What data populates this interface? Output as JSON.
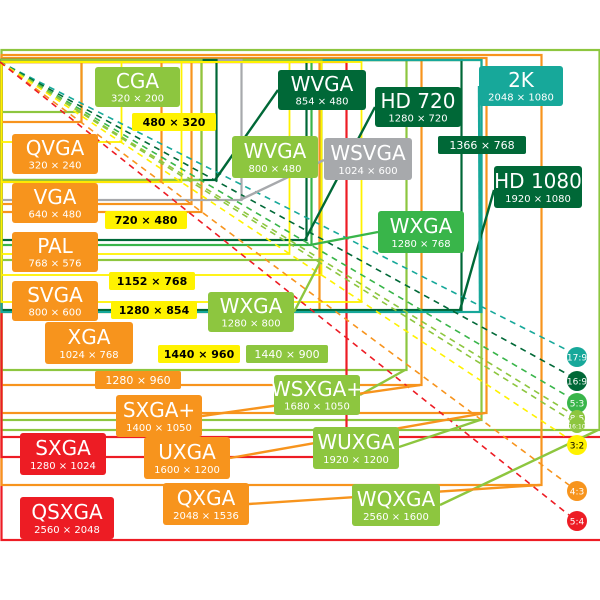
{
  "colors": {
    "orange": "#f7941d",
    "lime": "#8dc63f",
    "darkgreen": "#006837",
    "green": "#39b54a",
    "teal": "#17a89a",
    "gray": "#a7a9ac",
    "yellow": "#fff200",
    "red": "#ed1c24",
    "olive": "#bfd730"
  },
  "resolutions": [
    {
      "id": "cga",
      "name": "CGA",
      "size": "320 × 200",
      "color": "lime"
    },
    {
      "id": "qvga",
      "name": "QVGA",
      "size": "320 × 240",
      "color": "orange"
    },
    {
      "id": "vga",
      "name": "VGA",
      "size": "640 × 480",
      "color": "orange"
    },
    {
      "id": "pal",
      "name": "PAL",
      "size": "768 × 576",
      "color": "orange"
    },
    {
      "id": "svga",
      "name": "SVGA",
      "size": "800 × 600",
      "color": "orange"
    },
    {
      "id": "xga",
      "name": "XGA",
      "size": "1024 × 768",
      "color": "orange"
    },
    {
      "id": "sxgaplus",
      "name": "SXGA+",
      "size": "1400 × 1050",
      "color": "orange"
    },
    {
      "id": "uxga",
      "name": "UXGA",
      "size": "1600 × 1200",
      "color": "orange"
    },
    {
      "id": "qxga",
      "name": "QXGA",
      "size": "2048 × 1536",
      "color": "orange"
    },
    {
      "id": "sxga",
      "name": "SXGA",
      "size": "1280 × 1024",
      "color": "red"
    },
    {
      "id": "qsxga",
      "name": "QSXGA",
      "size": "2560 × 2048",
      "color": "red"
    },
    {
      "id": "wvga854",
      "name": "WVGA",
      "size": "854 × 480",
      "color": "darkgreen"
    },
    {
      "id": "hd720",
      "name": "HD 720",
      "size": "1280 × 720",
      "color": "darkgreen"
    },
    {
      "id": "hd1080",
      "name": "HD 1080",
      "size": "1920 × 1080",
      "color": "darkgreen"
    },
    {
      "id": "k2",
      "name": "2K",
      "size": "2048 × 1080",
      "color": "teal"
    },
    {
      "id": "wvga800",
      "name": "WVGA",
      "size": "800 × 480",
      "color": "lime"
    },
    {
      "id": "wsvga",
      "name": "WSVGA",
      "size": "1024 × 600",
      "color": "gray"
    },
    {
      "id": "wxga768",
      "name": "WXGA",
      "size": "1280 × 768",
      "color": "green"
    },
    {
      "id": "wxga800",
      "name": "WXGA",
      "size": "1280 × 800",
      "color": "lime"
    },
    {
      "id": "wsxgaplus",
      "name": "WSXGA+",
      "size": "1680 × 1050",
      "color": "lime"
    },
    {
      "id": "wuxga",
      "name": "WUXGA",
      "size": "1920 × 1200",
      "color": "lime"
    },
    {
      "id": "wqxga",
      "name": "WQXGA",
      "size": "2560 × 1600",
      "color": "lime"
    }
  ],
  "small_labels": [
    {
      "id": "s480x320",
      "text": "480 × 320",
      "color": "yellow"
    },
    {
      "id": "s720x480",
      "text": "720 × 480",
      "color": "yellow"
    },
    {
      "id": "s1152x768",
      "text": "1152 × 768",
      "color": "yellow"
    },
    {
      "id": "s1280x854",
      "text": "1280 × 854",
      "color": "yellow"
    },
    {
      "id": "s1440x960",
      "text": "1440 × 960",
      "color": "yellow"
    },
    {
      "id": "s1280x960",
      "text": "1280 × 960",
      "color": "orange"
    },
    {
      "id": "s1440x900",
      "text": "1440 × 900",
      "color": "lime"
    },
    {
      "id": "s1366x768",
      "text": "1366 × 768",
      "color": "darkgreen"
    }
  ],
  "ratios": [
    {
      "id": "r17_9",
      "text": "17:9",
      "color": "teal"
    },
    {
      "id": "r16_9",
      "text": "16:9",
      "color": "darkgreen"
    },
    {
      "id": "r5_3",
      "text": "5:3",
      "color": "green"
    },
    {
      "id": "r8_5",
      "text": "8:5",
      "color": "lime"
    },
    {
      "id": "r16_10",
      "text": "16:10",
      "color": "lime"
    },
    {
      "id": "r3_2",
      "text": "3:2",
      "color": "yellow"
    },
    {
      "id": "r4_3",
      "text": "4:3",
      "color": "orange"
    },
    {
      "id": "r5_4",
      "text": "5:4",
      "color": "red"
    }
  ]
}
